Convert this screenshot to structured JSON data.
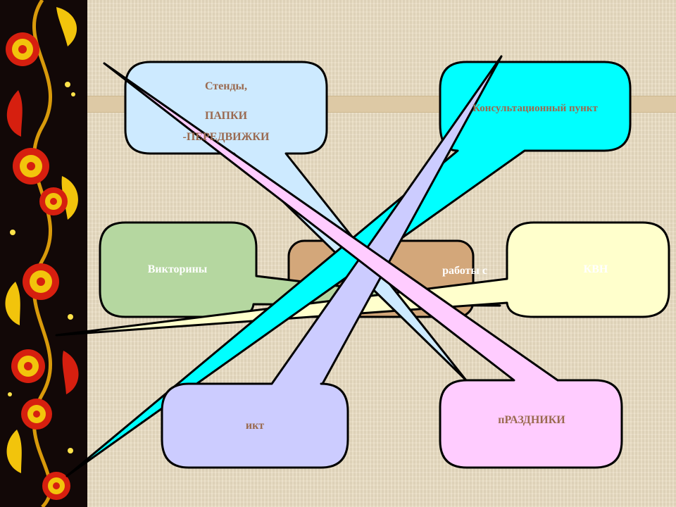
{
  "diagram": {
    "center": {
      "label": "работы с",
      "color": "#d3a77a"
    },
    "callouts": [
      {
        "id": "stands",
        "lines": [
          "Стенды,",
          "ПАПКИ",
          "-ПЕРЕДВИЖКИ"
        ],
        "color": "#cdeaff"
      },
      {
        "id": "consult",
        "lines": [
          "Консультационный пункт"
        ],
        "color": "#00ffff"
      },
      {
        "id": "quiz",
        "lines": [
          "Викторины"
        ],
        "color": "#b5d7a0"
      },
      {
        "id": "kvn",
        "lines": [
          "КВН"
        ],
        "color": "#ffffcc"
      },
      {
        "id": "ikt",
        "lines": [
          "икт"
        ],
        "color": "#ccccff"
      },
      {
        "id": "holidays",
        "lines": [
          "пРАЗДНИКИ"
        ],
        "color": "#ffccff"
      }
    ]
  },
  "theme": {
    "background": "#e9ddc2",
    "band": "#ddc9a5",
    "label_text": "#9a6a50",
    "outline": "#000000",
    "ornament": [
      "#120807",
      "#d61f0f",
      "#f2c40c",
      "#ffe34a"
    ]
  }
}
